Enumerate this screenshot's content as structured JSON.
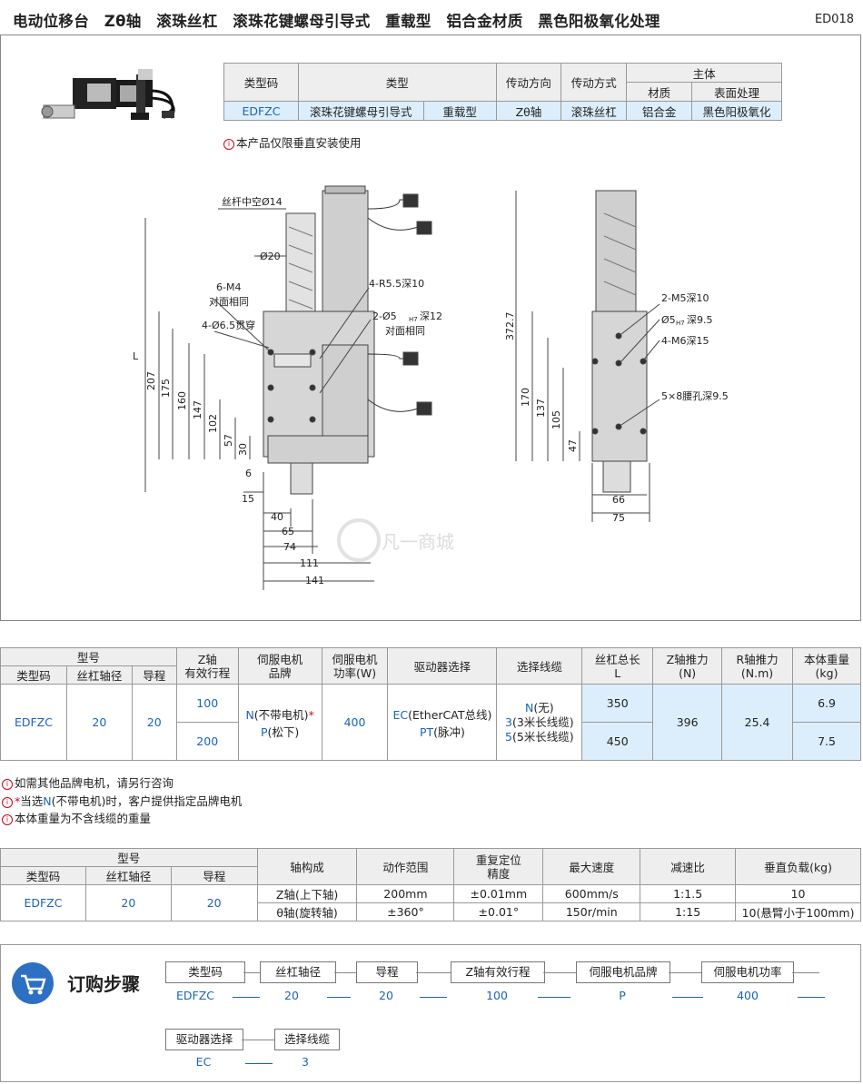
{
  "header": {
    "title": "电动位移台　Zθ轴　滚珠丝杠　滚珠花键螺母引导式　重载型　铝合金材质　黑色阳极氧化处理",
    "code": "ED018"
  },
  "spec": {
    "headers": [
      "类型码",
      "类型",
      "传动方向",
      "传动方式",
      "主体",
      "材质",
      "表面处理"
    ],
    "row": [
      "EDFZC",
      "滚珠花键螺母引导式",
      "重载型",
      "Zθ轴",
      "滚珠丝杠",
      "铝合金",
      "黑色阳极氧化"
    ]
  },
  "install_note": "本产品仅限垂直安装使用",
  "drawing": {
    "left_labels": [
      "丝杆中空Ø14",
      "Ø20",
      "6-M4",
      "对面相同",
      "4-Ø6.5贯穿",
      "4-R5.5深10",
      "2-Ø5",
      "H7",
      "深12",
      "对面相同"
    ],
    "left_vdims": [
      "L",
      "207",
      "175",
      "160",
      "147",
      "102",
      "57",
      "30"
    ],
    "left_hdims": [
      "6",
      "15",
      "40",
      "65",
      "74",
      "111",
      "141"
    ],
    "right_labels": [
      "2-M5深10",
      "Ø5",
      "H7",
      "深9.5",
      "4-M6深15",
      "5×8腰孔深9.5"
    ],
    "right_vdims": [
      "372.7",
      "170",
      "137",
      "105",
      "47"
    ],
    "right_hdims": [
      "66",
      "75"
    ],
    "watermark": "凡一商城"
  },
  "order_table": {
    "h_model": "型号",
    "h_type": "类型码",
    "h_dia": "丝杠轴径",
    "h_lead": "导程",
    "h_stroke": "Z轴\n有效行程",
    "h_brand": "伺服电机\n品牌",
    "h_power": "伺服电机\n功率(W)",
    "h_driver": "驱动器选择",
    "h_cable": "选择线缆",
    "h_len": "丝杠总长\nL",
    "h_zforce": "Z轴推力\n(N)",
    "h_rforce": "R轴推力\n(N.m)",
    "h_weight": "本体重量\n(kg)",
    "type": "EDFZC",
    "dia": "20",
    "lead": "20",
    "stroke1": "100",
    "stroke2": "200",
    "brand_n": "N",
    "brand_n_text": "(不带电机)",
    "brand_star": "*",
    "brand_p": "P",
    "brand_p_text": "(松下)",
    "power": "400",
    "drv_ec": "EC",
    "drv_ec_text": "(EtherCAT总线)",
    "drv_pt": "PT",
    "drv_pt_text": "(脉冲)",
    "cab_n": "N",
    "cab_n_text": "(无)",
    "cab_3": "3",
    "cab_3_text": "(3米长线缆)",
    "cab_5": "5",
    "cab_5_text": "(5米长线缆)",
    "len1": "350",
    "len2": "450",
    "zforce": "396",
    "rforce": "25.4",
    "w1": "6.9",
    "w2": "7.5"
  },
  "notes": [
    {
      "icon": "i",
      "pre": "如需其他品牌电机，请另行咨询",
      "star": "",
      "blue": "",
      "post": ""
    },
    {
      "icon": "i",
      "pre": "",
      "star": "*",
      "mid": "当选",
      "blue": "N",
      "post": "(不带电机)时，客户提供指定品牌电机"
    },
    {
      "icon": "i",
      "pre": "本体重量为不含线缆的重量",
      "star": "",
      "blue": "",
      "post": ""
    }
  ],
  "perf_table": {
    "h_model": "型号",
    "h_type": "类型码",
    "h_dia": "丝杠轴径",
    "h_lead": "导程",
    "h_axis": "轴构成",
    "h_range": "动作范围",
    "h_repeat": "重复定位\n精度",
    "h_speed": "最大速度",
    "h_ratio": "减速比",
    "h_load": "垂直负载(kg)",
    "type": "EDFZC",
    "dia": "20",
    "lead": "20",
    "rows": [
      {
        "axis": "Z轴(上下轴)",
        "range": "200mm",
        "repeat": "±0.01mm",
        "speed": "600mm/s",
        "ratio": "1:1.5",
        "load": "10"
      },
      {
        "axis": "θ轴(旋转轴)",
        "range": "±360°",
        "repeat": "±0.01°",
        "speed": "150r/min",
        "ratio": "1:15",
        "load": "10(悬臂小于100mm)"
      }
    ]
  },
  "order_steps": {
    "title": "订购步骤",
    "row1": [
      {
        "label": "类型码",
        "value": "EDFZC"
      },
      {
        "label": "丝杠轴径",
        "value": "20"
      },
      {
        "label": "导程",
        "value": "20"
      },
      {
        "label": "Z轴有效行程",
        "value": "100"
      },
      {
        "label": "伺服电机品牌",
        "value": "P"
      },
      {
        "label": "伺服电机功率",
        "value": "400"
      }
    ],
    "row2": [
      {
        "label": "驱动器选择",
        "value": "EC"
      },
      {
        "label": "选择线缆",
        "value": "3"
      }
    ]
  },
  "colors": {
    "accent": "#1a64b8",
    "cell_blue": "#dceefb",
    "header_gray": "#eeeeee",
    "cart_blue": "#2d6fc2",
    "red": "#d0021b"
  }
}
